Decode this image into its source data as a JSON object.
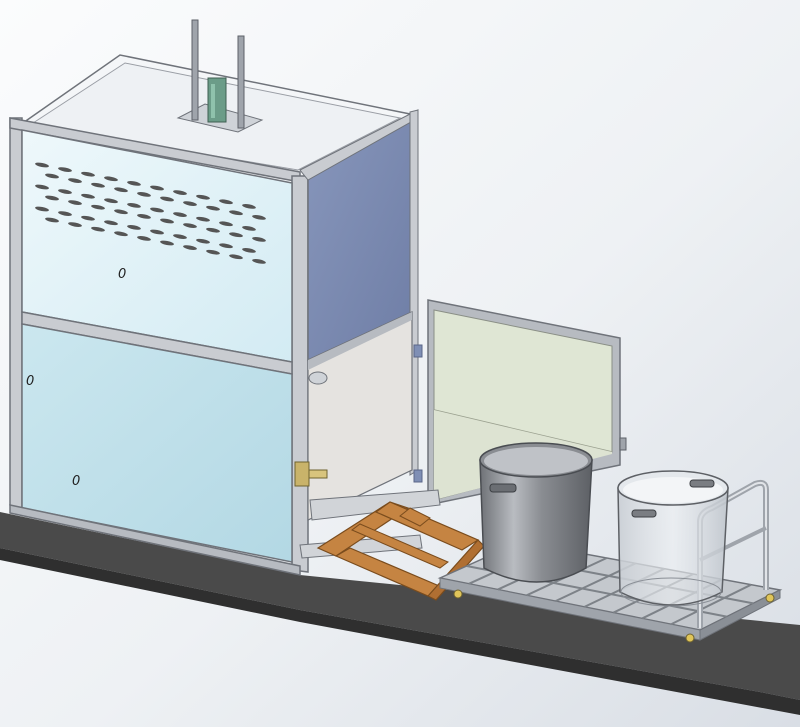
{
  "scene": {
    "kind": "cad-render",
    "colors": {
      "background_light": "#f7f8fa",
      "background_shadow": "#d7dde4",
      "floor": "#4a4a4a",
      "frame": "#c9ccd1",
      "frame_edge": "#6f737a",
      "upper_panel": "#e3f3f8",
      "lower_panel": "#bfe0ea",
      "side_panel_top": "#7f8fb5",
      "side_panel_bottom": "#e5e3e0",
      "door_panel": "#dfe6d4",
      "tray": "#c58442",
      "pot": "#9ea1a6",
      "glass_pot": "#d7dde2",
      "rack": "#b7bbc1",
      "vent": "#555555",
      "handle": "#c9b36a"
    }
  },
  "panel_marks": {
    "upper_front": "0",
    "lower_front": "0",
    "left_side": "0"
  }
}
